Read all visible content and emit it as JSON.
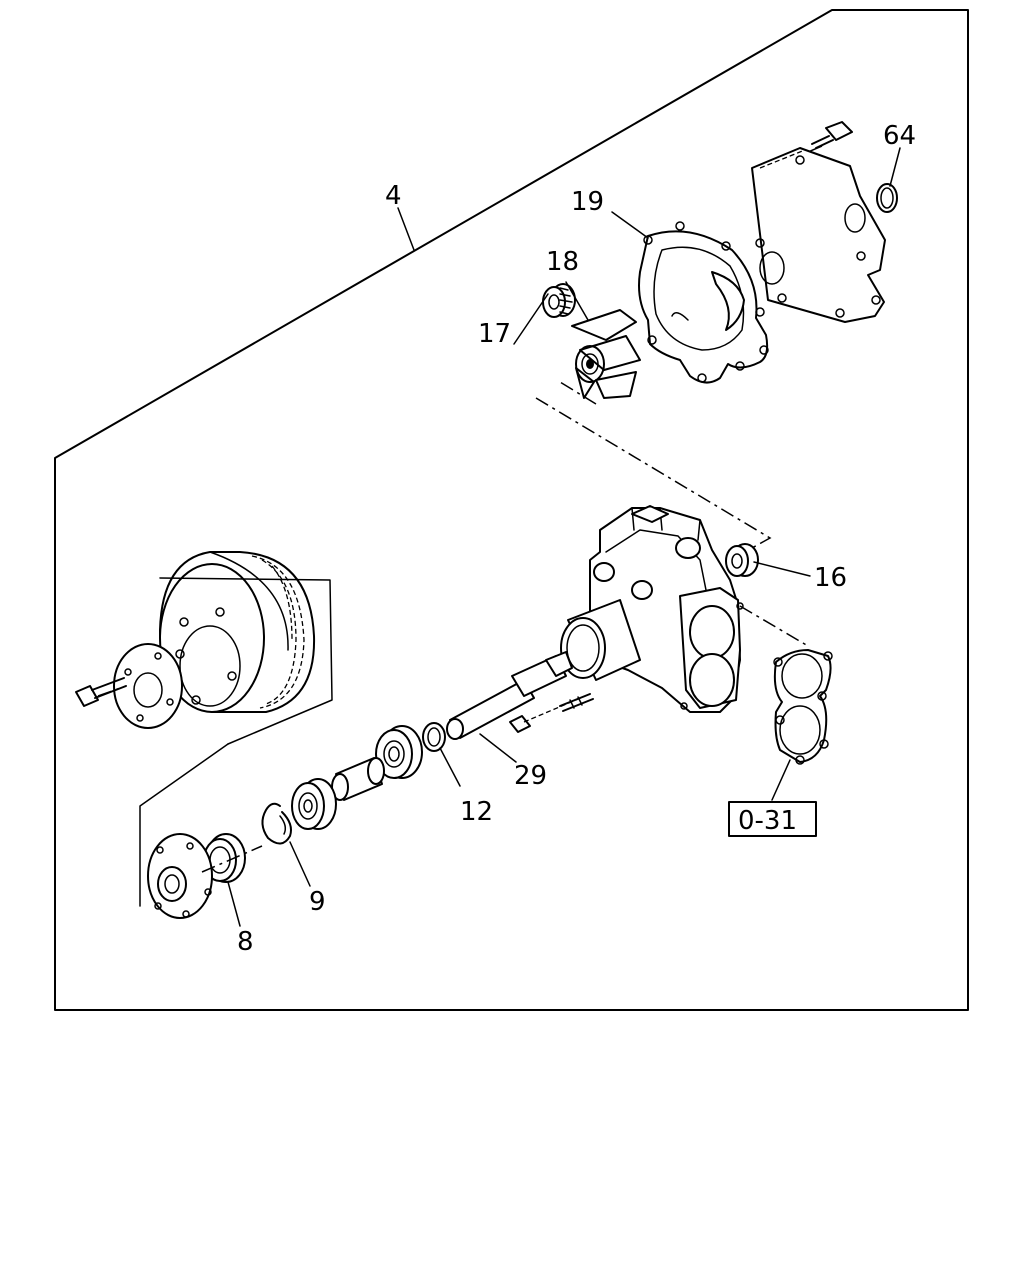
{
  "callouts": {
    "c4": "4",
    "c64": "64",
    "c19": "19",
    "c18": "18",
    "c17": "17",
    "c16": "16",
    "c29": "29",
    "c12": "12",
    "c9": "9",
    "c8": "8"
  },
  "reference_box": "0-31"
}
